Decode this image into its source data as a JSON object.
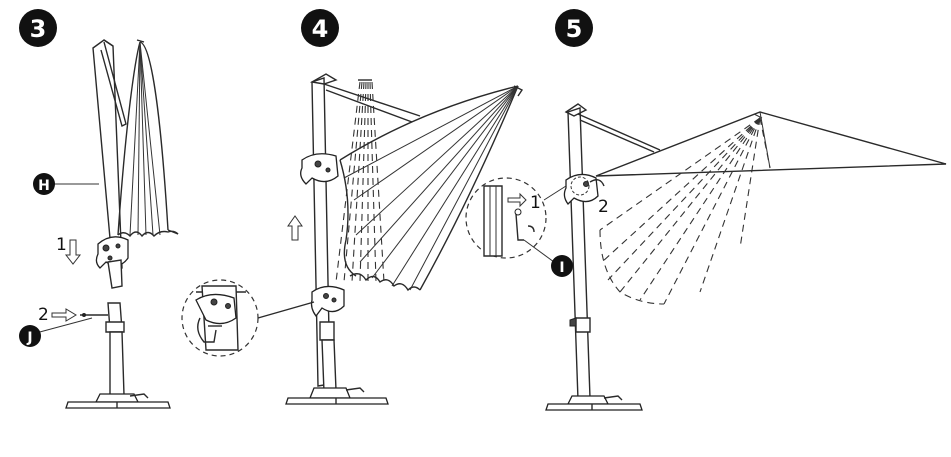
{
  "steps": [
    {
      "number": "3",
      "callouts": {
        "H": "H",
        "J": "J"
      },
      "arrow_labels": {
        "down": "1",
        "side": "2"
      }
    },
    {
      "number": "4"
    },
    {
      "number": "5",
      "callouts": {
        "I": "I"
      },
      "arrow_labels": {
        "side": "1",
        "rotate": "2"
      }
    }
  ],
  "colors": {
    "badge": "#111111",
    "line": "#2a2a2a",
    "background": "#ffffff"
  }
}
